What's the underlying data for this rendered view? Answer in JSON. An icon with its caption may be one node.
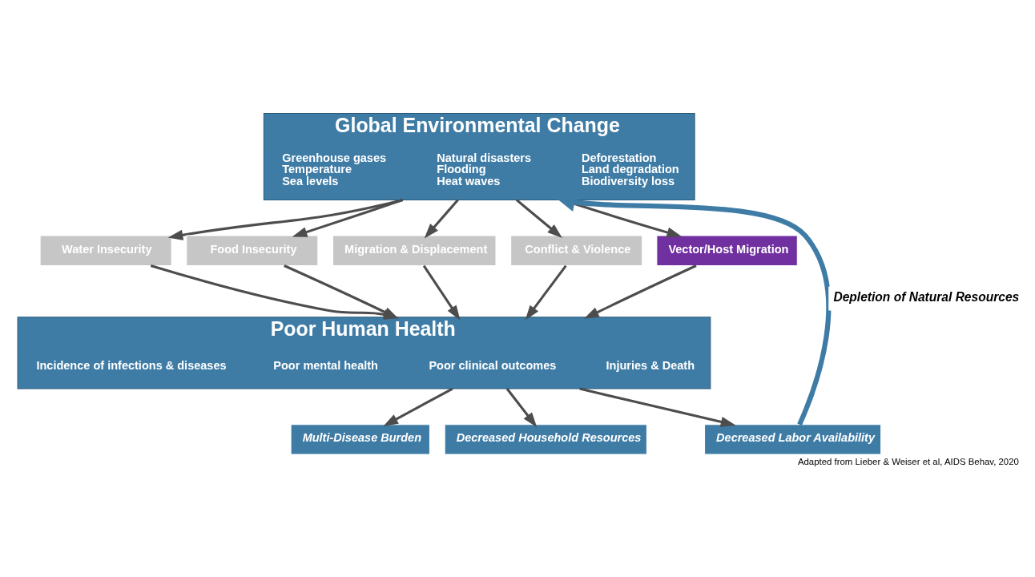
{
  "diagram": {
    "caption": "Adapted from Lieber & Weiser et al, AIDS Behav, 2020",
    "nodes": [
      {
        "text": [
          "Global Environmental Change"
        ]
      },
      {
        "text": [
          "Greenhouse gases",
          "Temperature",
          "Sea levels"
        ],
        "in": 0
      },
      {
        "text": [
          "Natural disasters",
          "Flooding",
          "Heat waves"
        ],
        "in": 0
      },
      {
        "text": [
          "Deforestation",
          "Land degradation",
          "Biodiversity loss"
        ],
        "in": 0
      },
      {
        "text": [
          "Water Insecurity"
        ]
      },
      {
        "text": [
          "Food Insecurity"
        ]
      },
      {
        "text": [
          "Migration & Displacement"
        ]
      },
      {
        "text": [
          "Conflict & Violence"
        ]
      },
      {
        "text": [
          "Vector/Host Migration"
        ]
      },
      {
        "text": [
          "Poor Human Health"
        ]
      },
      {
        "text": [
          "Incidence of infections & diseases"
        ],
        "in": 9
      },
      {
        "text": [
          "Poor mental health"
        ],
        "in": 9
      },
      {
        "text": [
          "Poor clinical outcomes"
        ],
        "in": 9
      },
      {
        "text": [
          "Injuries & Death"
        ],
        "in": 9
      },
      {
        "text": [
          "Multi-Disease Burden"
        ]
      },
      {
        "text": [
          "Decreased Household Resources"
        ]
      },
      {
        "text": [
          "Decreased Labor Availability"
        ]
      }
    ],
    "edges": [
      {
        "from": 0,
        "to": 4,
        "arrow": "to"
      },
      {
        "from": 0,
        "to": 5,
        "arrow": "to"
      },
      {
        "from": 0,
        "to": 6,
        "arrow": "to"
      },
      {
        "from": 0,
        "to": 7,
        "arrow": "to"
      },
      {
        "from": 0,
        "to": 8,
        "arrow": "to"
      },
      {
        "from": 4,
        "to": 9,
        "arrow": "to"
      },
      {
        "from": 5,
        "to": 9,
        "arrow": "to"
      },
      {
        "from": 6,
        "to": 9,
        "arrow": "to"
      },
      {
        "from": 7,
        "to": 9,
        "arrow": "to"
      },
      {
        "from": 8,
        "to": 9,
        "arrow": "to"
      },
      {
        "from": 9,
        "to": 14,
        "arrow": "to"
      },
      {
        "from": 9,
        "to": 15,
        "arrow": "to"
      },
      {
        "from": 9,
        "to": 16,
        "arrow": "to"
      },
      {
        "from": 16,
        "to": 0,
        "arrow": "to",
        "label": "Depletion of Natural Resources",
        "style": "thick",
        "color": "#3e7ca6"
      }
    ]
  }
}
